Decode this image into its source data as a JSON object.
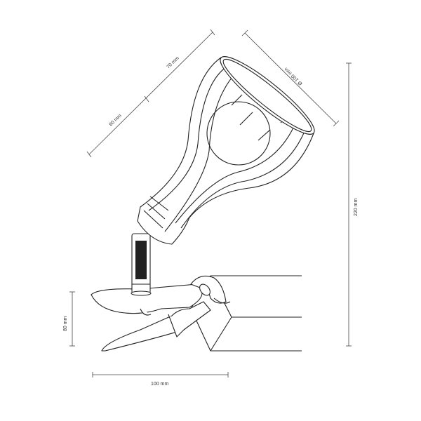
{
  "dimensions": {
    "upper_segment": "70 mm",
    "lower_segment": "60 mm",
    "shade_diameter": "Ø 100 mm",
    "total_height": "220 mm",
    "clamp_height": "80 mm",
    "clamp_width": "100 mm"
  }
}
